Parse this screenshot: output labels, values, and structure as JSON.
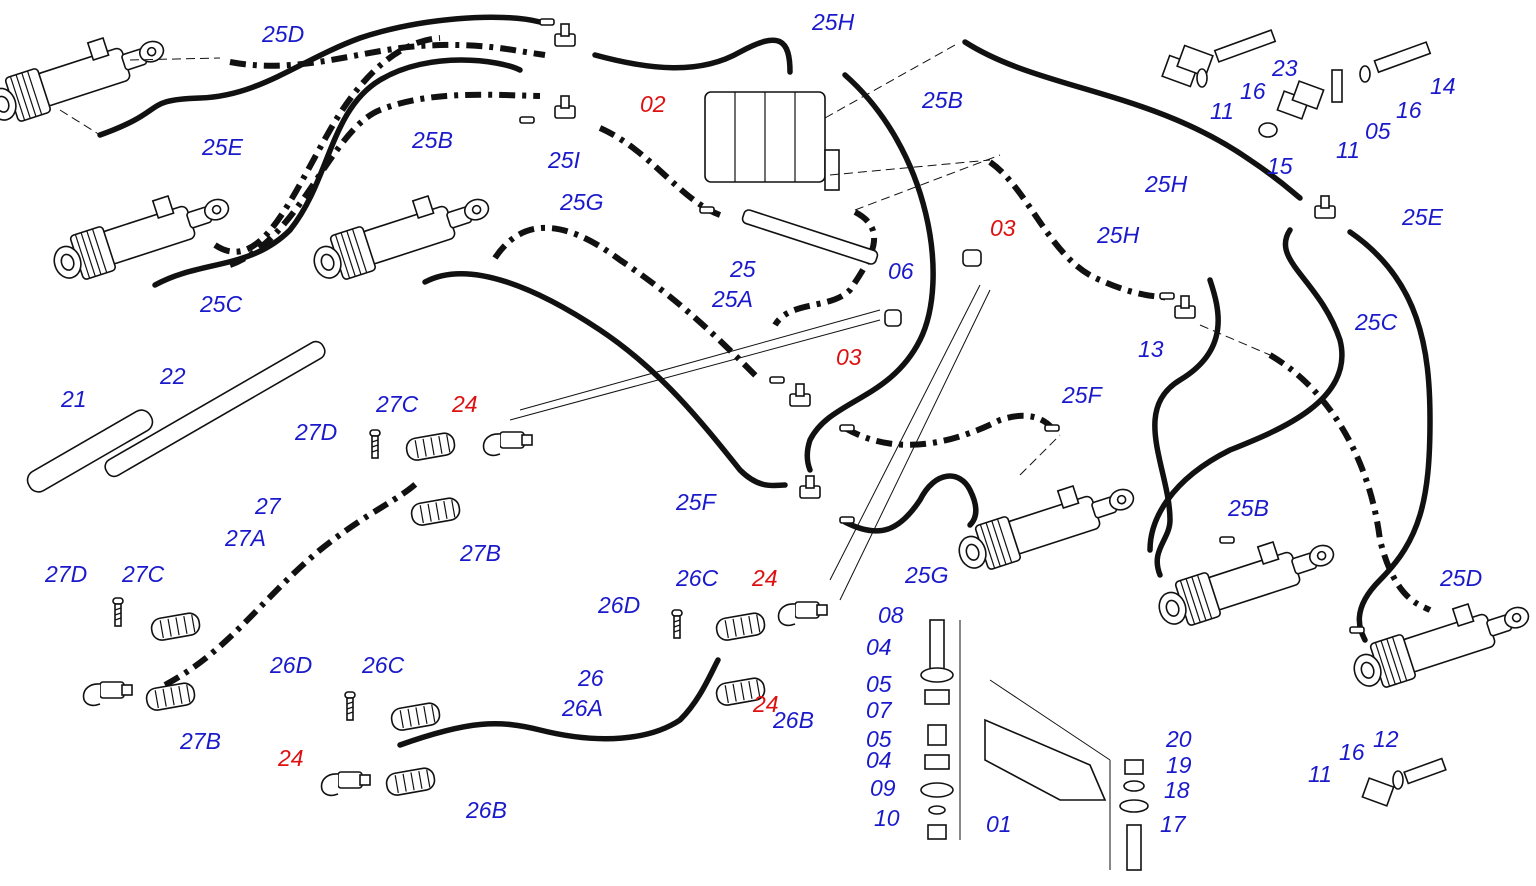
{
  "diagram": {
    "colors": {
      "part_label": "#1a1acc",
      "alt_label": "#dd1111",
      "lines": "#111111",
      "background": "#ffffff"
    },
    "labels": [
      {
        "text": "25D",
        "color": "blue"
      },
      {
        "text": "25E",
        "color": "blue"
      },
      {
        "text": "25H",
        "color": "blue"
      },
      {
        "text": "02",
        "color": "red"
      },
      {
        "text": "25B",
        "color": "blue"
      },
      {
        "text": "25I",
        "color": "blue"
      },
      {
        "text": "25B",
        "color": "blue"
      },
      {
        "text": "25G",
        "color": "blue"
      },
      {
        "text": "25C",
        "color": "blue"
      },
      {
        "text": "25",
        "color": "blue"
      },
      {
        "text": "25A",
        "color": "blue"
      },
      {
        "text": "06",
        "color": "blue"
      },
      {
        "text": "03",
        "color": "red"
      },
      {
        "text": "03",
        "color": "red"
      },
      {
        "text": "25H",
        "color": "blue"
      },
      {
        "text": "23",
        "color": "blue"
      },
      {
        "text": "16",
        "color": "blue"
      },
      {
        "text": "11",
        "color": "blue"
      },
      {
        "text": "14",
        "color": "blue"
      },
      {
        "text": "16",
        "color": "blue"
      },
      {
        "text": "05",
        "color": "blue"
      },
      {
        "text": "11",
        "color": "blue"
      },
      {
        "text": "15",
        "color": "blue"
      },
      {
        "text": "25H",
        "color": "blue"
      },
      {
        "text": "25E",
        "color": "blue"
      },
      {
        "text": "25C",
        "color": "blue"
      },
      {
        "text": "13",
        "color": "blue"
      },
      {
        "text": "21",
        "color": "blue"
      },
      {
        "text": "22",
        "color": "blue"
      },
      {
        "text": "27C",
        "color": "blue"
      },
      {
        "text": "24",
        "color": "red"
      },
      {
        "text": "27D",
        "color": "blue"
      },
      {
        "text": "25F",
        "color": "blue"
      },
      {
        "text": "25F",
        "color": "blue"
      },
      {
        "text": "27",
        "color": "blue"
      },
      {
        "text": "27A",
        "color": "blue"
      },
      {
        "text": "27B",
        "color": "blue"
      },
      {
        "text": "25G",
        "color": "blue"
      },
      {
        "text": "25B",
        "color": "blue"
      },
      {
        "text": "27D",
        "color": "blue"
      },
      {
        "text": "27C",
        "color": "blue"
      },
      {
        "text": "26C",
        "color": "blue"
      },
      {
        "text": "24",
        "color": "red"
      },
      {
        "text": "25D",
        "color": "blue"
      },
      {
        "text": "26D",
        "color": "blue"
      },
      {
        "text": "08",
        "color": "blue"
      },
      {
        "text": "24",
        "color": "red"
      },
      {
        "text": "04",
        "color": "blue"
      },
      {
        "text": "26",
        "color": "blue"
      },
      {
        "text": "26A",
        "color": "blue"
      },
      {
        "text": "26D",
        "color": "blue"
      },
      {
        "text": "26C",
        "color": "blue"
      },
      {
        "text": "05",
        "color": "blue"
      },
      {
        "text": "26B",
        "color": "blue"
      },
      {
        "text": "07",
        "color": "blue"
      },
      {
        "text": "27B",
        "color": "blue"
      },
      {
        "text": "05",
        "color": "blue"
      },
      {
        "text": "20",
        "color": "blue"
      },
      {
        "text": "12",
        "color": "blue"
      },
      {
        "text": "24",
        "color": "red"
      },
      {
        "text": "04",
        "color": "blue"
      },
      {
        "text": "19",
        "color": "blue"
      },
      {
        "text": "16",
        "color": "blue"
      },
      {
        "text": "11",
        "color": "blue"
      },
      {
        "text": "09",
        "color": "blue"
      },
      {
        "text": "18",
        "color": "blue"
      },
      {
        "text": "26B",
        "color": "blue"
      },
      {
        "text": "10",
        "color": "blue"
      },
      {
        "text": "01",
        "color": "blue"
      },
      {
        "text": "17",
        "color": "blue"
      }
    ]
  }
}
